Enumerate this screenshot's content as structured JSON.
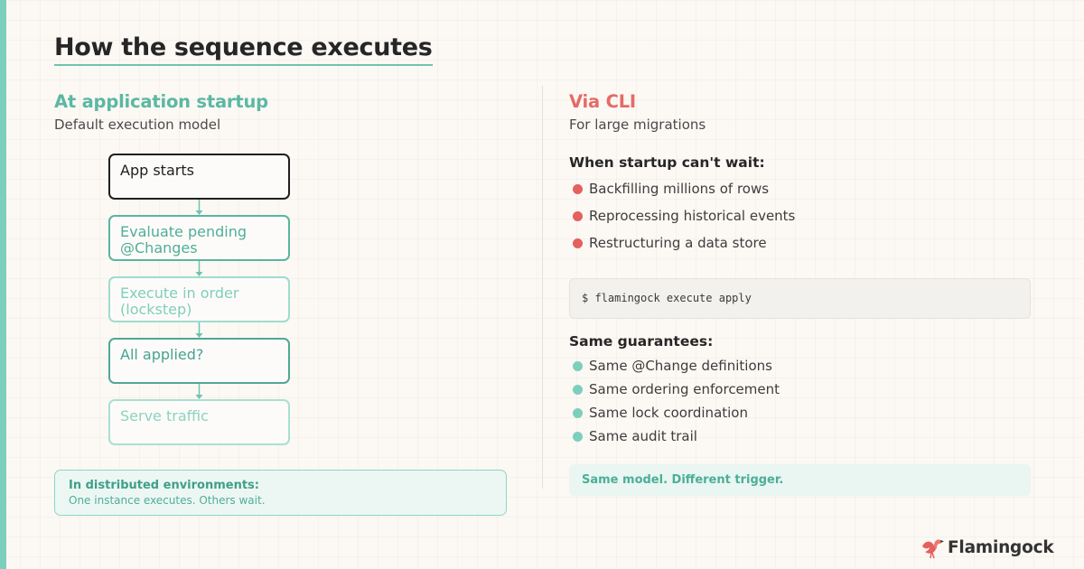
{
  "page": {
    "title": "How the sequence executes"
  },
  "startup": {
    "title": "At application startup",
    "subtitle": "Default execution model",
    "steps": [
      {
        "label": "App starts"
      },
      {
        "label": "Evaluate pending @Changes"
      },
      {
        "label": "Execute in order (lockstep)"
      },
      {
        "label": "All applied?"
      },
      {
        "label": "Serve traffic"
      }
    ],
    "callout": {
      "title": "In distributed environments:",
      "text": "One instance executes. Others wait."
    }
  },
  "cli": {
    "title": "Via CLI",
    "subtitle": "For large migrations",
    "when_heading": "When startup can't wait:",
    "when_items": [
      "Backfilling millions of rows",
      "Reprocessing historical events",
      "Restructuring a data store"
    ],
    "command": "$ flamingock execute apply",
    "guarantees_heading": "Same guarantees:",
    "guarantees": [
      "Same @Change definitions",
      "Same ordering enforcement",
      "Same lock coordination",
      "Same audit trail"
    ],
    "tagline": "Same model. Different trigger."
  },
  "brand": {
    "name": "Flamingock",
    "icon": "flamingo-logo-icon"
  },
  "colors": {
    "accent_teal": "#7dcfbd",
    "accent_red": "#e4615d",
    "background": "#fcf8f4"
  }
}
